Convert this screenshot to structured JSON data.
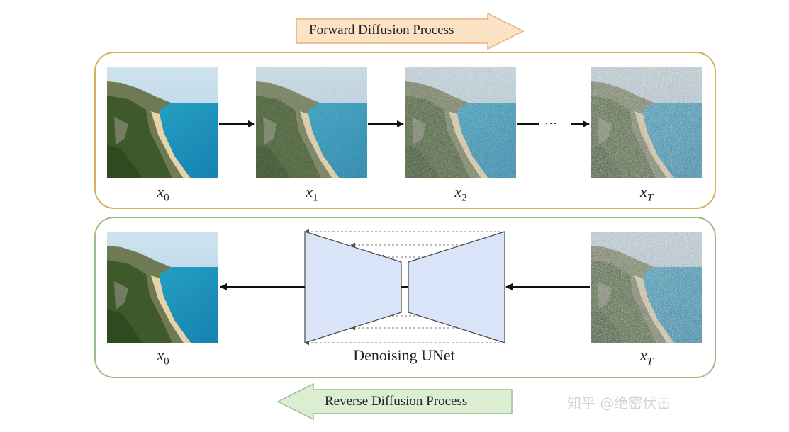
{
  "forward_process": {
    "label": "Forward Diffusion Process",
    "fill": "#fde3c6",
    "stroke": "#e7b07a"
  },
  "reverse_process": {
    "label": "Reverse Diffusion Process",
    "fill": "#dceed2",
    "stroke": "#9cc08c"
  },
  "forward_stages": [
    {
      "var": "x",
      "sub": "0",
      "sub_italic": false
    },
    {
      "var": "x",
      "sub": "1",
      "sub_italic": false
    },
    {
      "var": "x",
      "sub": "2",
      "sub_italic": false
    },
    {
      "var": "x",
      "sub": "T",
      "sub_italic": true
    }
  ],
  "ellipsis": "···",
  "reverse_stages": [
    {
      "var": "x",
      "sub": "0",
      "sub_italic": false
    },
    {
      "var": "x",
      "sub": "T",
      "sub_italic": true
    }
  ],
  "unet": {
    "label": "Denoising UNet",
    "fill": "#d9e4f8",
    "stroke": "#4a4a4a"
  },
  "noise_levels": [
    0,
    0.45,
    0.78,
    1.0
  ],
  "colors": {
    "forward_border": "#d6b15a",
    "reverse_border": "#9cbd87",
    "arrow": "#111111"
  },
  "watermark": "知乎 @绝密伏击"
}
